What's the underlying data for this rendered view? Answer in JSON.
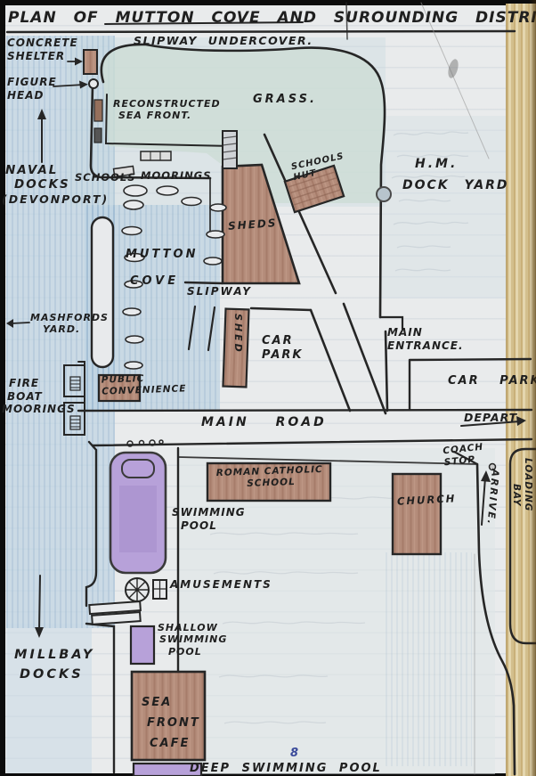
{
  "page": {
    "title": "PLAN OF MUTTON COVE AND SUROUNDING DISTRICT.",
    "page_number": "8"
  },
  "labels": {
    "slipway_undercover": "SLIPWAY UNDERCOVER.",
    "concrete_shelter": [
      "CONCRETE",
      "SHELTER"
    ],
    "figure_head": [
      "FIGURE",
      "HEAD"
    ],
    "reconstructed_sea_front": [
      "RECONSTRUCTED",
      "SEA FRONT."
    ],
    "grass": "GRASS.",
    "naval_docks": [
      "NAVAL",
      "DOCKS",
      "(DEVONPORT)"
    ],
    "schools": "SCHOOLS",
    "moorings": "MOORINGS",
    "schools_hut": [
      "SCHOOLS",
      "HUT"
    ],
    "hm_dock_yard": [
      "H.M.",
      "DOCK YARD"
    ],
    "sheds": "SHEDS",
    "mutton_cove": [
      "MUTTON",
      "COVE"
    ],
    "slipway": "SLIPWAY",
    "mashfords_yard": [
      "MASHFORDS",
      "YARD."
    ],
    "shed": "SHED",
    "car_park_west": [
      "CAR",
      "PARK"
    ],
    "main_entrance": [
      "MAIN",
      "ENTRANCE."
    ],
    "car_park_east": "CAR PARK",
    "fire_boat_moorings": [
      "FIRE",
      "BOAT",
      "MOORINGS"
    ],
    "public_convenience": [
      "PUBLIC",
      "CONVENIENCE"
    ],
    "main_road": "MAIN ROAD",
    "depart": "DEPART",
    "coach_stop": [
      "COACH",
      "STOP"
    ],
    "roman_catholic_school": [
      "ROMAN CATHOLIC",
      "SCHOOL"
    ],
    "church": "CHURCH",
    "arrive": "ARRIVE.",
    "loading_bay": [
      "LOADING",
      "BAY"
    ],
    "swimming_pool": [
      "SWIMMING",
      "POOL"
    ],
    "amusements": "AMUSEMENTS",
    "shallow_swimming_pool": [
      "SHALLOW",
      "SWIMMING",
      "POOL"
    ],
    "millbay_docks": [
      "MILLBAY",
      "DOCKS"
    ],
    "sea_front_cafe": [
      "SEA",
      "FRONT",
      "CAFE"
    ],
    "deep_swimming_pool": "DEEP SWIMMING POOL"
  },
  "colors": {
    "ink": "#1f1f1f",
    "water": "#bdd3e2",
    "building": "#b48c7a",
    "pool": "#b7a1d9",
    "paper": "#e9ebec",
    "book_edge": "#d9c69b",
    "page_number_ink": "#3a4a9a"
  }
}
